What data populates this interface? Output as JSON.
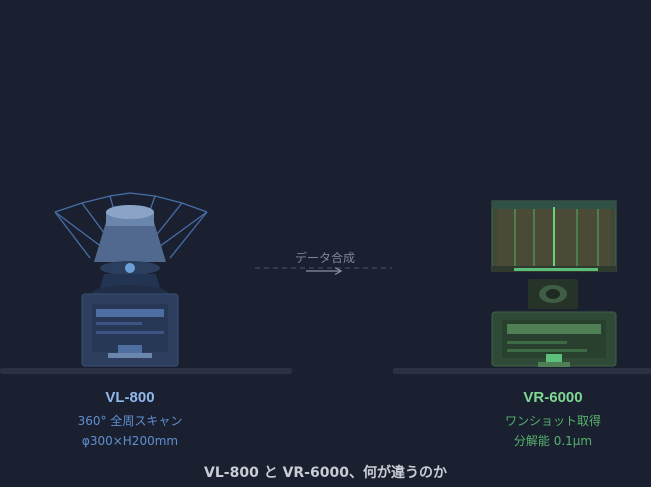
{
  "left_device": {
    "name": "VL-800",
    "spec_lines": [
      "360° 全周スキャン",
      "φ300×H200mm"
    ],
    "accent_color": "#6b9fd8",
    "icon": "3d-scanner-icon"
  },
  "right_device": {
    "name": "VR-6000",
    "spec_lines": [
      "ワンショット取得",
      "分解能 0.1μm"
    ],
    "accent_color": "#5cc07a",
    "icon": "one-shot-profiler-icon"
  },
  "connector": {
    "label": "データ合成",
    "icon": "arrow-right-icon"
  },
  "caption": "VL-800 と VR-6000、何が違うのか",
  "colors": {
    "background": "#1b2030",
    "floor": "#2b3142",
    "caption": "#c9ccd4"
  }
}
